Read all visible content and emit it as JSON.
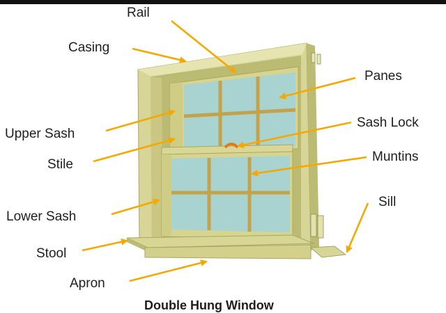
{
  "title": "Double Hung Window",
  "labels": {
    "rail": "Rail",
    "casing": "Casing",
    "panes": "Panes",
    "upper_sash": "Upper Sash",
    "sash_lock": "Sash Lock",
    "stile": "Stile",
    "muntins": "Muntins",
    "sill": "Sill",
    "lower_sash": "Lower Sash",
    "stool": "Stool",
    "apron": "Apron"
  },
  "colors": {
    "frame": "#d7d597",
    "frame_shadow": "#bcbb74",
    "frame_light": "#e8e7b7",
    "sash": "#cfcd85",
    "muntin": "#c2a24b",
    "glass": "#a9d3d1",
    "arrow": "#f5a800",
    "lock": "#e07a1a"
  }
}
